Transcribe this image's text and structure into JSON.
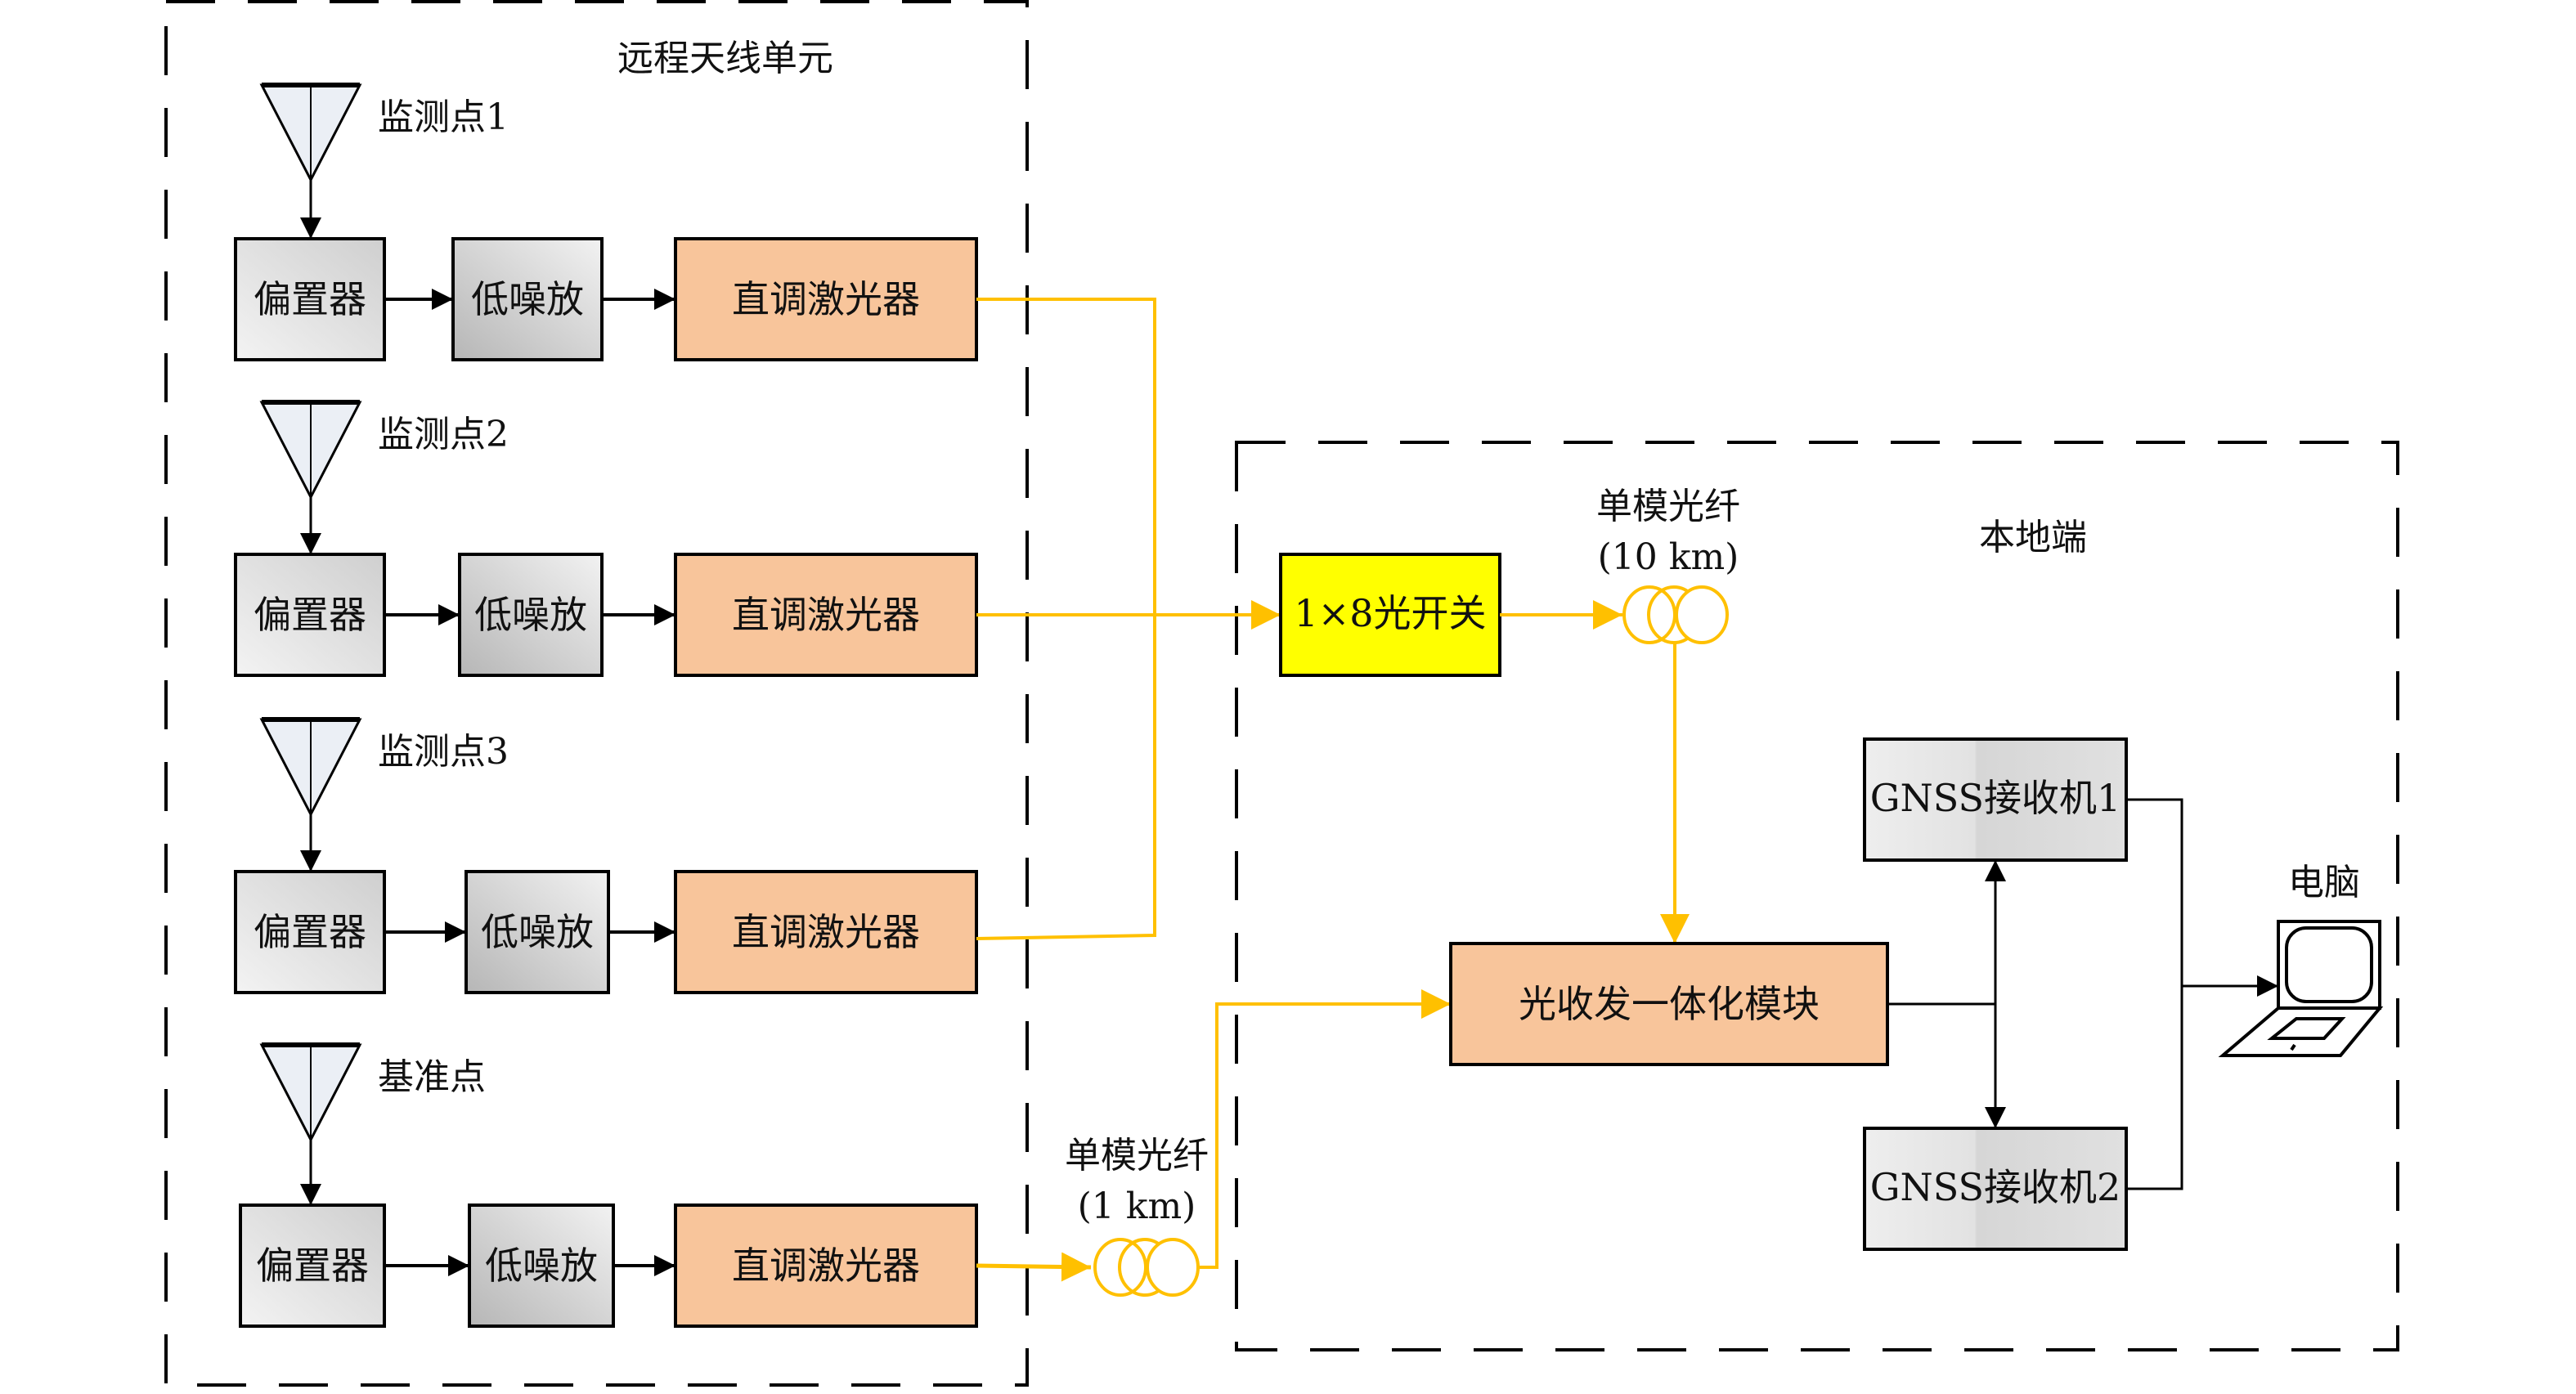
{
  "remote_unit": {
    "title": "远程天线单元",
    "rows": [
      {
        "antenna_label": "监测点1",
        "bias": "偏置器",
        "lna": "低噪放",
        "laser": "直调激光器"
      },
      {
        "antenna_label": "监测点2",
        "bias": "偏置器",
        "lna": "低噪放",
        "laser": "直调激光器"
      },
      {
        "antenna_label": "监测点3",
        "bias": "偏置器",
        "lna": "低噪放",
        "laser": "直调激光器"
      },
      {
        "antenna_label": "基准点",
        "bias": "偏置器",
        "lna": "低噪放",
        "laser": "直调激光器"
      }
    ]
  },
  "local_end": {
    "title": "本地端",
    "switch": "1×8光开关",
    "fiber_long": {
      "line1": "单模光纤",
      "line2": "(10 km)"
    },
    "fiber_short": {
      "line1": "单模光纤",
      "line2": "(1 km)"
    },
    "transceiver": "光收发一体化模块",
    "receiver1": "GNSS接收机1",
    "receiver2": "GNSS接收机2",
    "computer": "电脑"
  },
  "colors": {
    "optical_line": "#FFC000",
    "laser_fill": "#F8C59B",
    "switch_fill": "#FFFF00",
    "electrical_line": "#000000"
  }
}
